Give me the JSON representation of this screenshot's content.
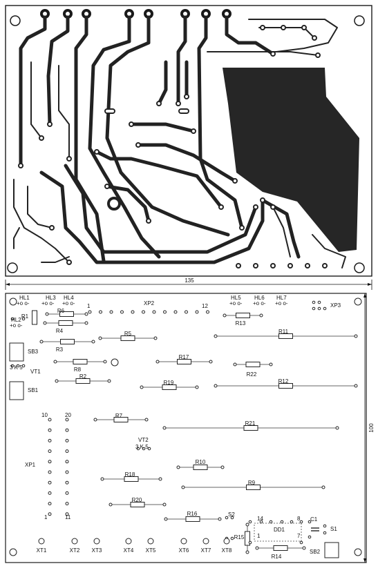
{
  "dimensions": {
    "width_mm": "135",
    "height_mm": "100"
  },
  "components": [
    {
      "ref": "HL1"
    },
    {
      "ref": "HL2"
    },
    {
      "ref": "HL3"
    },
    {
      "ref": "HL4"
    },
    {
      "ref": "HL5"
    },
    {
      "ref": "HL6"
    },
    {
      "ref": "HL7"
    },
    {
      "ref": "R1"
    },
    {
      "ref": "R2"
    },
    {
      "ref": "R3"
    },
    {
      "ref": "R4"
    },
    {
      "ref": "R5"
    },
    {
      "ref": "R6"
    },
    {
      "ref": "R7"
    },
    {
      "ref": "R8"
    },
    {
      "ref": "R9"
    },
    {
      "ref": "R10"
    },
    {
      "ref": "R11"
    },
    {
      "ref": "R12"
    },
    {
      "ref": "R13"
    },
    {
      "ref": "R14"
    },
    {
      "ref": "R15"
    },
    {
      "ref": "R16"
    },
    {
      "ref": "R17"
    },
    {
      "ref": "R18"
    },
    {
      "ref": "R19"
    },
    {
      "ref": "R20"
    },
    {
      "ref": "R21"
    },
    {
      "ref": "R22"
    },
    {
      "ref": "SB1"
    },
    {
      "ref": "SB2"
    },
    {
      "ref": "SB3"
    },
    {
      "ref": "VT1"
    },
    {
      "ref": "VT2"
    },
    {
      "ref": "XP1"
    },
    {
      "ref": "XP2"
    },
    {
      "ref": "XP3"
    },
    {
      "ref": "DD1"
    },
    {
      "ref": "C1"
    },
    {
      "ref": "S1"
    },
    {
      "ref": "S2"
    }
  ],
  "terminals": [
    "XT1",
    "XT2",
    "XT3",
    "XT4",
    "XT5",
    "XT6",
    "XT7",
    "XT8"
  ],
  "pin_labels": {
    "xp2_first": "1",
    "xp2_last": "12",
    "xp1_top_left": "10",
    "xp1_top_right": "20",
    "xp1_bottom_left": "1",
    "xp1_bottom_right": "11",
    "dd1_tl": "14",
    "dd1_tr": "8",
    "dd1_bl": "1",
    "dd1_br": "7"
  },
  "pin_marks": {
    "vt1": "3 K 5",
    "vt2": "3 K 5",
    "hl": "+o o-"
  }
}
